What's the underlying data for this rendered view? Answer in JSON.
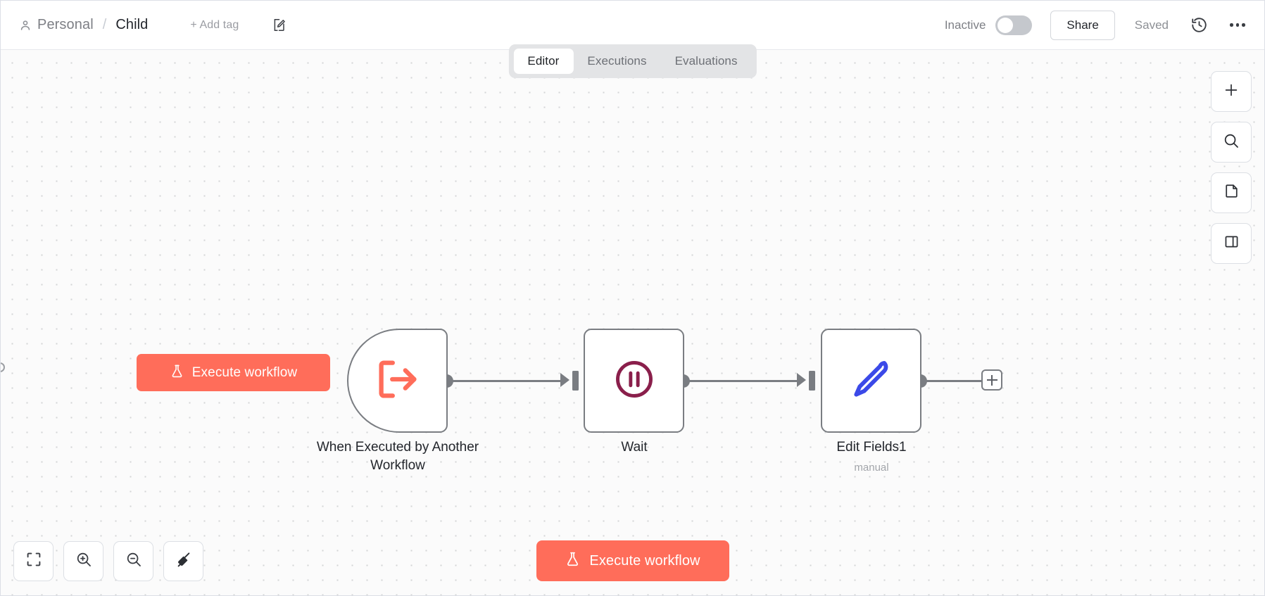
{
  "header": {
    "breadcrumb": {
      "owner_icon": "person-icon",
      "owner": "Personal",
      "separator": "/",
      "workflow_name": "Child"
    },
    "add_tag_label": "+ Add tag",
    "edit_icon": "edit-note-icon",
    "activation": {
      "status_label": "Inactive",
      "toggle_state": "off"
    },
    "share_label": "Share",
    "save_status": "Saved",
    "history_icon": "history-clock-icon",
    "more_icon": "ellipsis-icon"
  },
  "tabs": {
    "items": [
      {
        "label": "Editor",
        "active": true
      },
      {
        "label": "Executions",
        "active": false
      },
      {
        "label": "Evaluations",
        "active": false
      }
    ]
  },
  "canvas": {
    "execute_trigger_button": {
      "label": "Execute workflow",
      "icon": "flask-icon",
      "color": "#ff6d5a"
    },
    "nodes": [
      {
        "id": "trigger",
        "label": "When Executed by Another Workflow",
        "subtitle": "",
        "icon": "execute-workflow-trigger-icon",
        "icon_color": "#ff6d5a",
        "shape": "trigger-rounded-left"
      },
      {
        "id": "wait",
        "label": "Wait",
        "subtitle": "",
        "icon": "pause-circle-icon",
        "icon_color": "#8a1f4b",
        "shape": "rounded-square"
      },
      {
        "id": "set",
        "label": "Edit Fields1",
        "subtitle": "manual",
        "icon": "pen-icon",
        "icon_color": "#3b49e8",
        "shape": "rounded-square"
      }
    ],
    "connections": [
      {
        "from": "trigger",
        "to": "wait"
      },
      {
        "from": "wait",
        "to": "set"
      },
      {
        "from": "set",
        "to": "add-node-endpoint"
      }
    ],
    "add_node_endpoint": {
      "icon": "plus-icon"
    }
  },
  "bottom_controls": {
    "buttons": [
      {
        "name": "zoom-to-fit-button",
        "icon": "fit-view-icon"
      },
      {
        "name": "zoom-in-button",
        "icon": "zoom-in-icon"
      },
      {
        "name": "zoom-out-button",
        "icon": "zoom-out-icon"
      },
      {
        "name": "tidy-up-button",
        "icon": "broom-icon"
      }
    ]
  },
  "execute_bottom_button": {
    "label": "Execute workflow",
    "icon": "flask-icon"
  },
  "right_toolbar": {
    "buttons": [
      {
        "name": "add-node-button",
        "icon": "plus-icon"
      },
      {
        "name": "search-nodes-button",
        "icon": "search-icon"
      },
      {
        "name": "add-sticky-note-button",
        "icon": "sticky-note-icon"
      },
      {
        "name": "toggle-logs-panel-button",
        "icon": "side-panel-icon"
      }
    ]
  },
  "colors": {
    "accent": "#ff6d5a",
    "node_border": "#7a7d82",
    "canvas_bg": "#fbfbfb",
    "wait_icon": "#8a1f4b",
    "set_icon": "#3b49e8"
  }
}
